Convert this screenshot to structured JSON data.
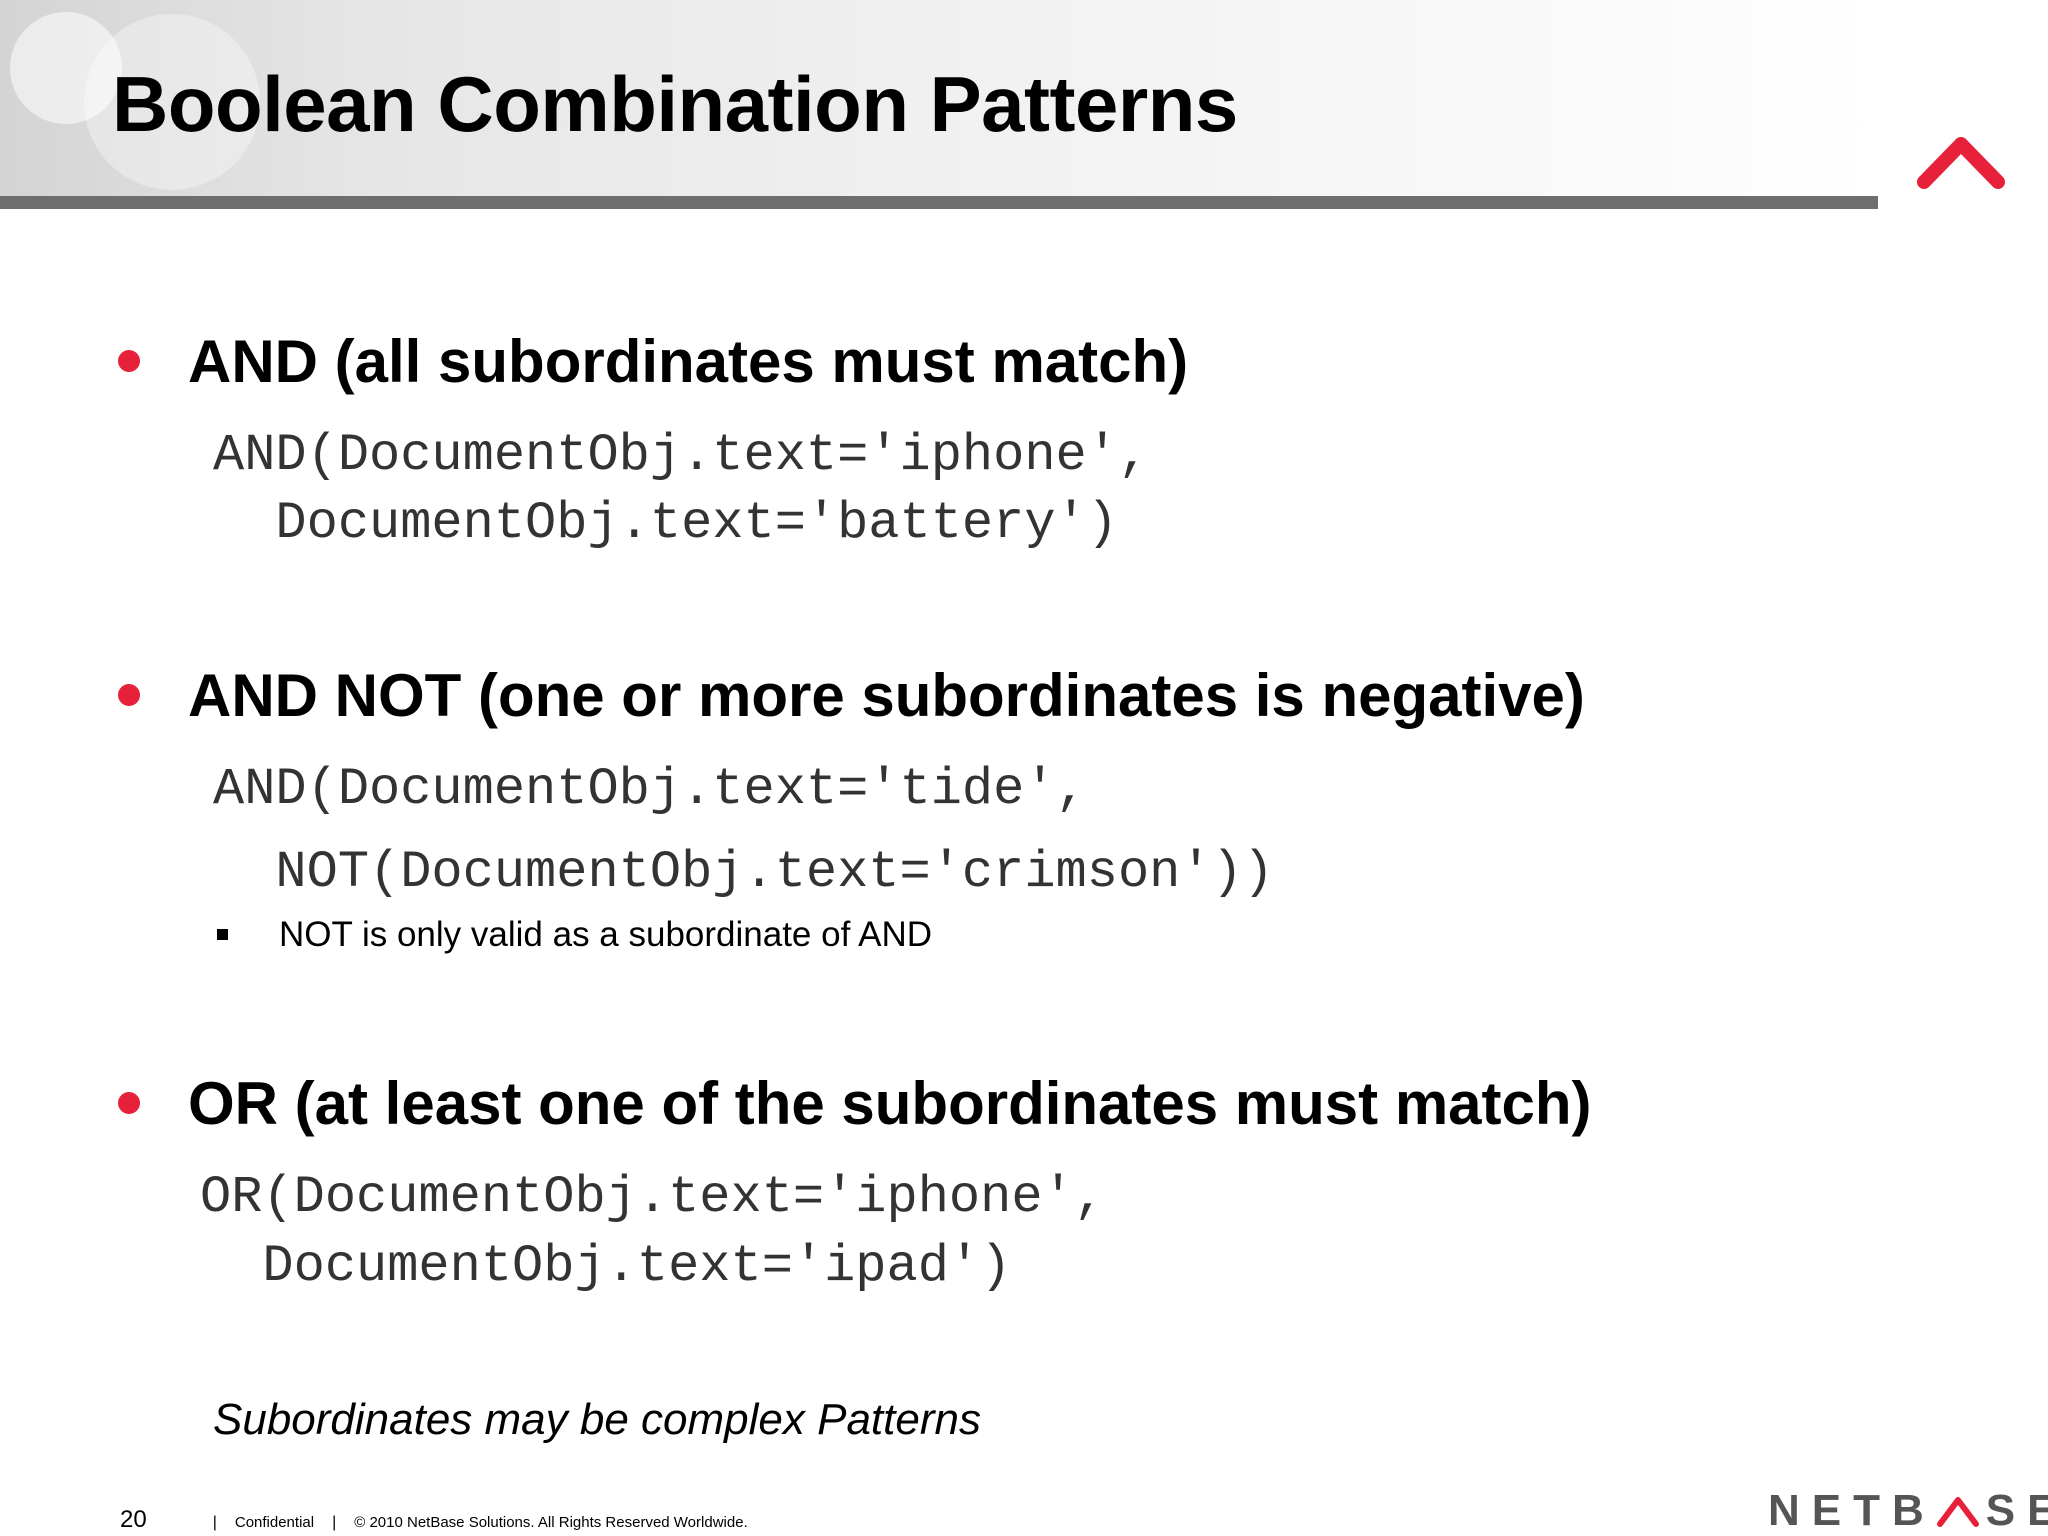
{
  "slide": {
    "title": "Boolean Combination Patterns",
    "accent_color": "#e8213b",
    "rule_color": "#6e6e6e"
  },
  "sections": [
    {
      "heading": "AND (all subordinates must match)",
      "code_lines": [
        "AND(DocumentObj.text='iphone',",
        "  DocumentObj.text='battery')"
      ]
    },
    {
      "heading": "AND NOT (one or more subordinates is negative)",
      "code_lines": [
        "AND(DocumentObj.text='tide',",
        "  NOT(DocumentObj.text='crimson'))"
      ],
      "subnote": "NOT is only valid as a subordinate of AND"
    },
    {
      "heading": "OR (at least one of the subordinates must match)",
      "code_lines": [
        "OR(DocumentObj.text='iphone',",
        "  DocumentObj.text='ipad')"
      ]
    }
  ],
  "note": "Subordinates may be complex Patterns",
  "footer": {
    "page_number": "20",
    "separator": "|",
    "confidential": "Confidential",
    "copyright": "© 2010 NetBase Solutions. All Rights Reserved Worldwide."
  },
  "brand": {
    "prefix": "NETB",
    "suffix": "SE",
    "icon": "caret-up-logo-icon"
  }
}
